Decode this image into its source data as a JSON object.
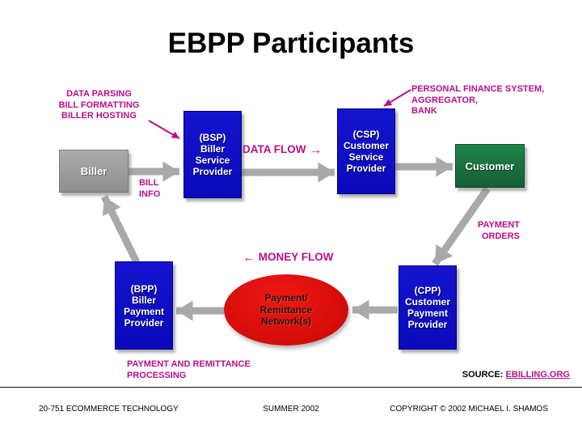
{
  "slide": {
    "title": "EBPP Participants"
  },
  "colors": {
    "magenta": "#bb0d8c",
    "box_blue": "#0d0dc4",
    "box_gray": "#9e9e9e",
    "box_green": "#1b7a43",
    "network_red": "#d90f0e",
    "arrow_gray": "#a9a9a9"
  },
  "annotations": {
    "bsp_note": {
      "lines": [
        "DATA PARSING",
        "BILL FORMATTING",
        "BILLER HOSTING"
      ]
    },
    "csp_note": {
      "lines": [
        "PERSONAL FINANCE SYSTEM,",
        "AGGREGATOR,",
        "BANK"
      ]
    },
    "data_flow": "DATA FLOW",
    "money_flow": "MONEY FLOW",
    "bill_info": {
      "lines": [
        "BILL",
        "INFO"
      ]
    },
    "payment_orders": {
      "lines": [
        "PAYMENT",
        "ORDERS"
      ]
    },
    "payment_processing": {
      "lines": [
        "PAYMENT AND REMITTANCE",
        "PROCESSING"
      ]
    }
  },
  "nodes": {
    "biller": {
      "label": "Biller"
    },
    "bsp": {
      "lines": [
        "(BSP)",
        "Biller",
        "Service",
        "Provider"
      ]
    },
    "csp": {
      "lines": [
        "(CSP)",
        "Customer",
        "Service",
        "Provider"
      ]
    },
    "customer": {
      "label": "Customer"
    },
    "bpp": {
      "lines": [
        "(BPP)",
        "Biller",
        "Payment",
        "Provider"
      ]
    },
    "network": {
      "lines": [
        "Payment/",
        "Remittance",
        "Network(s)"
      ]
    },
    "cpp": {
      "lines": [
        "(CPP)",
        "Customer",
        "Payment",
        "Provider"
      ]
    }
  },
  "source": {
    "label": "SOURCE:",
    "link": "EBILLING.ORG"
  },
  "footer": {
    "left": "20-751 ECOMMERCE TECHNOLOGY",
    "center": "SUMMER 2002",
    "right": "COPYRIGHT © 2002 MICHAEL I. SHAMOS"
  },
  "icons": {
    "arrow_right": "→",
    "arrow_left": "←"
  }
}
